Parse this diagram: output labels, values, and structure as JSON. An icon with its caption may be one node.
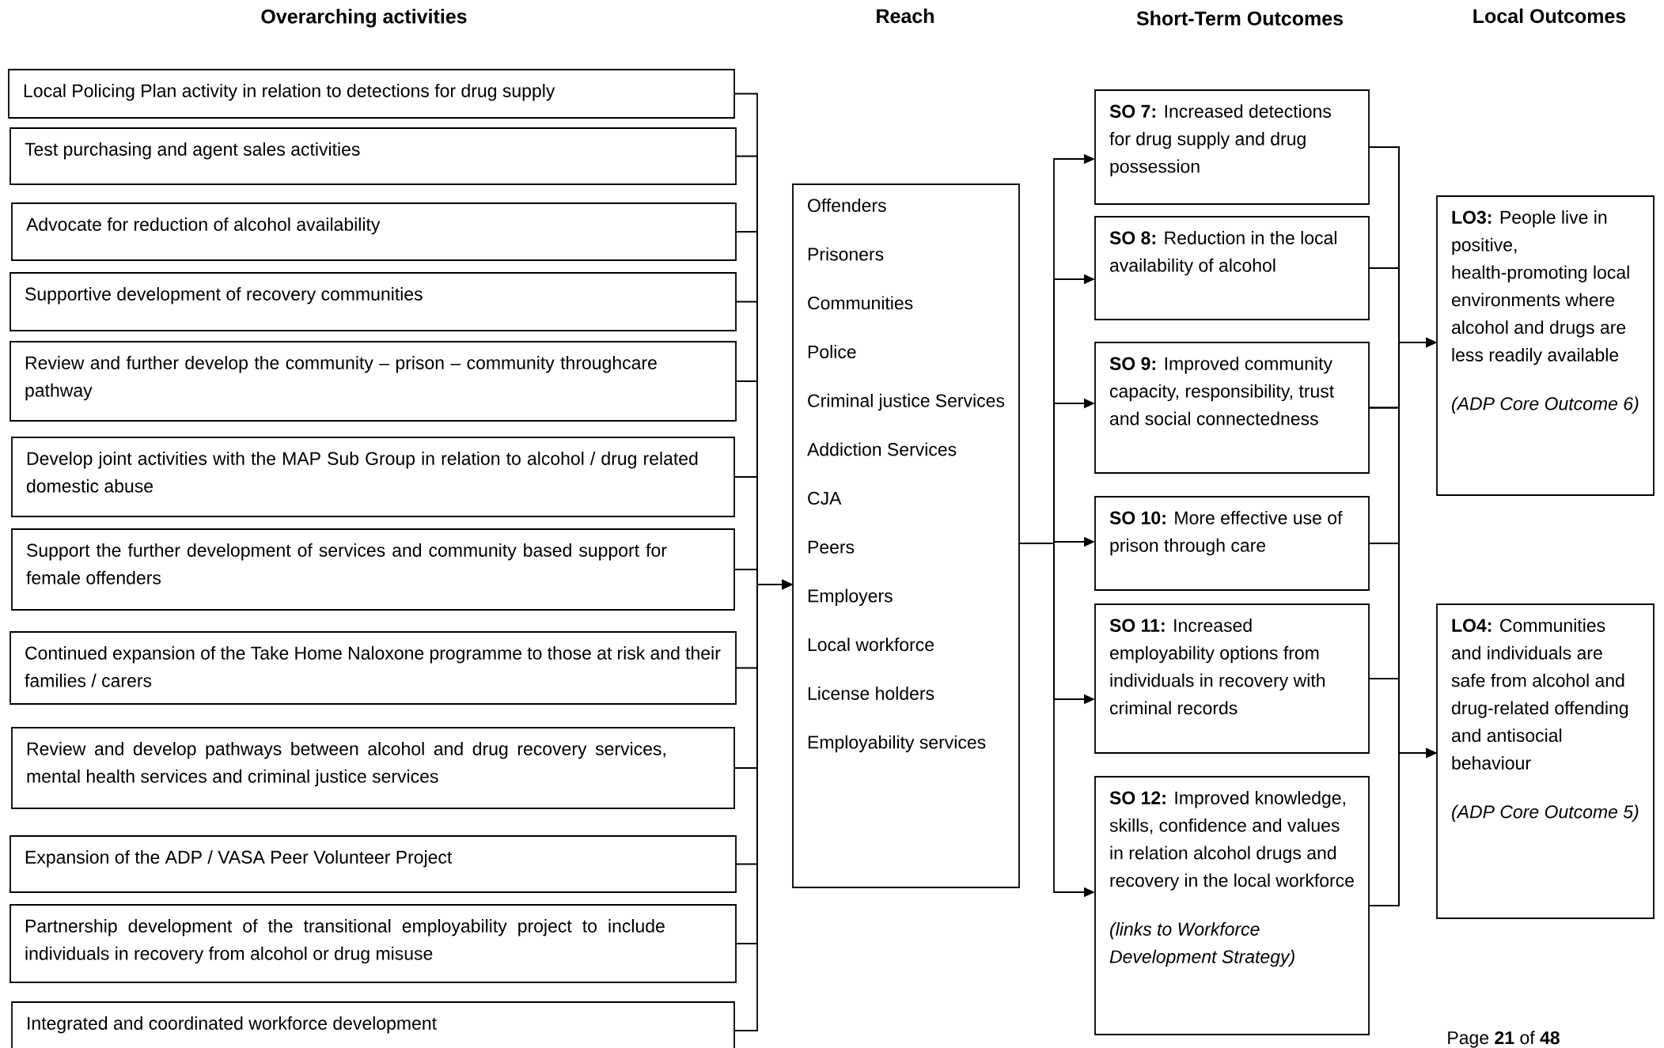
{
  "diagram": {
    "nodes": [
      {
        "text": [
          "Local Policing Plan activity in relation to detections for drug supply"
        ]
      },
      {
        "text": [
          "Test purchasing and agent sales activities"
        ]
      },
      {
        "text": [
          "Advocate for reduction of alcohol availability"
        ]
      },
      {
        "text": [
          "Supportive development of recovery communities"
        ]
      },
      {
        "text": [
          "Review and further develop the community – prison – community throughcare pathway"
        ]
      },
      {
        "text": [
          "Develop joint activities with the MAP Sub Group in relation to alcohol / drug related domestic abuse"
        ]
      },
      {
        "text": [
          "Support the further development of services and community based support for female offenders"
        ]
      },
      {
        "text": [
          "Continued expansion of the Take Home Naloxone programme to those at risk and their families / carers"
        ]
      },
      {
        "text": [
          "Review and develop pathways between alcohol and drug recovery services, mental health services and criminal justice services"
        ]
      },
      {
        "text": [
          "Expansion of the ADP / VASA Peer Volunteer Project"
        ]
      },
      {
        "text": [
          "Partnership development of the transitional employability project to include individuals in recovery from alcohol or drug misuse"
        ]
      },
      {
        "text": [
          "Integrated and coordinated workforce development"
        ]
      },
      {
        "text": [
          "Offenders",
          "Prisoners",
          "Communities",
          "Police",
          "Criminal justice Services",
          "Addiction Services",
          "CJA",
          "Peers",
          "Employers",
          "Local workforce",
          "License holders",
          "Employability services"
        ]
      },
      {
        "text": [
          "**SO 7:** Increased detections for drug supply and drug possession"
        ]
      },
      {
        "text": [
          "**SO 8:** Reduction in the local availability of alcohol"
        ]
      },
      {
        "text": [
          "**SO 9:** Improved community capacity, responsibility, trust and social connectedness"
        ]
      },
      {
        "text": [
          "**SO 10:** More effective use of prison through care"
        ]
      },
      {
        "text": [
          "**SO 11:** Increased employability options from individuals in recovery with criminal records"
        ]
      },
      {
        "text": [
          "**SO 12:** Improved knowledge, skills, confidence and values in relation alcohol drugs and recovery in the local workforce",
          "(links to Workforce Development Strategy)"
        ]
      },
      {
        "text": [
          "**LO3:** People live in positive, health-promoting local environments where alcohol and drugs are less readily available",
          "(ADP Core Outcome 6)"
        ]
      },
      {
        "text": [
          "**LO4:** Communities and individuals are safe from alcohol and drug-related offending and antisocial behaviour",
          "(ADP Core Outcome 5)"
        ]
      }
    ],
    "edges": [
      {
        "from": 0,
        "to": 12,
        "arrow": "to"
      },
      {
        "from": 1,
        "to": 12,
        "arrow": "to"
      },
      {
        "from": 2,
        "to": 12,
        "arrow": "to"
      },
      {
        "from": 3,
        "to": 12,
        "arrow": "to"
      },
      {
        "from": 4,
        "to": 12,
        "arrow": "to"
      },
      {
        "from": 5,
        "to": 12,
        "arrow": "to"
      },
      {
        "from": 6,
        "to": 12,
        "arrow": "to"
      },
      {
        "from": 7,
        "to": 12,
        "arrow": "to"
      },
      {
        "from": 8,
        "to": 12,
        "arrow": "to"
      },
      {
        "from": 9,
        "to": 12,
        "arrow": "to"
      },
      {
        "from": 10,
        "to": 12,
        "arrow": "to"
      },
      {
        "from": 11,
        "to": 12,
        "arrow": "to"
      },
      {
        "from": 12,
        "to": 13,
        "arrow": "to"
      },
      {
        "from": 12,
        "to": 14,
        "arrow": "to"
      },
      {
        "from": 12,
        "to": 15,
        "arrow": "to"
      },
      {
        "from": 12,
        "to": 16,
        "arrow": "to"
      },
      {
        "from": 12,
        "to": 17,
        "arrow": "to"
      },
      {
        "from": 12,
        "to": 18,
        "arrow": "to"
      },
      {
        "from": 13,
        "to": 19,
        "arrow": "to"
      },
      {
        "from": 14,
        "to": 19,
        "arrow": "to"
      },
      {
        "from": 15,
        "to": 19,
        "arrow": "to"
      },
      {
        "from": 16,
        "to": 19,
        "arrow": "to"
      },
      {
        "from": 17,
        "to": 19,
        "arrow": "to"
      },
      {
        "from": 18,
        "to": 19,
        "arrow": "to"
      },
      {
        "from": 13,
        "to": 20,
        "arrow": "to"
      },
      {
        "from": 14,
        "to": 20,
        "arrow": "to"
      },
      {
        "from": 15,
        "to": 20,
        "arrow": "to"
      },
      {
        "from": 16,
        "to": 20,
        "arrow": "to"
      },
      {
        "from": 17,
        "to": 20,
        "arrow": "to"
      },
      {
        "from": 18,
        "to": 20,
        "arrow": "to"
      }
    ],
    "labels": [
      "Overarching activities",
      "Reach",
      "Short-Term Outcomes",
      "Local Outcomes",
      "Page **21** of **48**"
    ]
  }
}
